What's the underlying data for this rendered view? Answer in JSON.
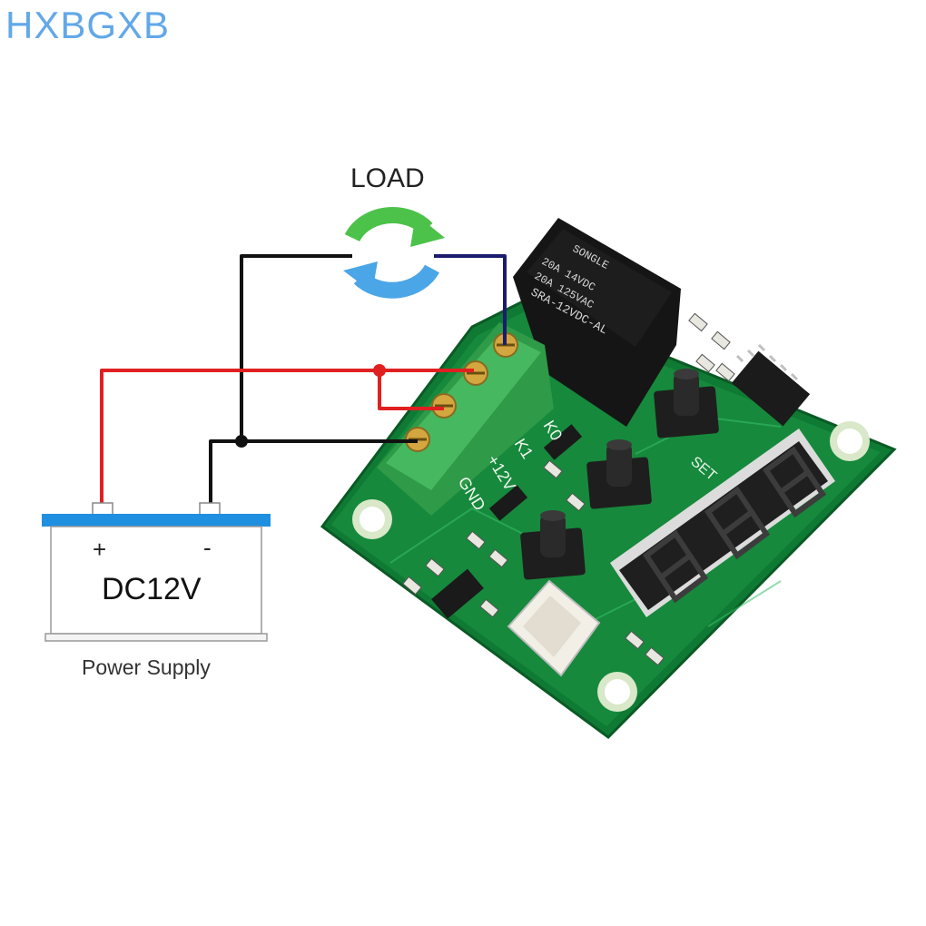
{
  "brand": {
    "watermark": "HXBGXB"
  },
  "load": {
    "label": "LOAD"
  },
  "power_supply": {
    "plus": "+",
    "minus": "-",
    "voltage": "DC12V",
    "caption": "Power Supply"
  },
  "relay": {
    "brand": "SONGLE",
    "rating_dc": "20A 14VDC",
    "rating_ac": "20A 125VAC",
    "model": "SRA-12VDC-AL"
  },
  "terminal_labels": {
    "k0": "K0",
    "k1": "K1",
    "plus12v": "+12V",
    "gnd": "GND"
  },
  "board_labels": {
    "set": "SET"
  },
  "display": {
    "digits": "888"
  },
  "wire_colors": {
    "positive": "#e02020",
    "ground": "#111111",
    "load": "#1c1c6e"
  },
  "colors": {
    "pcb": "#15803a",
    "terminal": "#3fb35a",
    "battery_top": "#1f8fe0",
    "arrow_green": "#4cc24a",
    "arrow_blue": "#4aa6e6"
  }
}
